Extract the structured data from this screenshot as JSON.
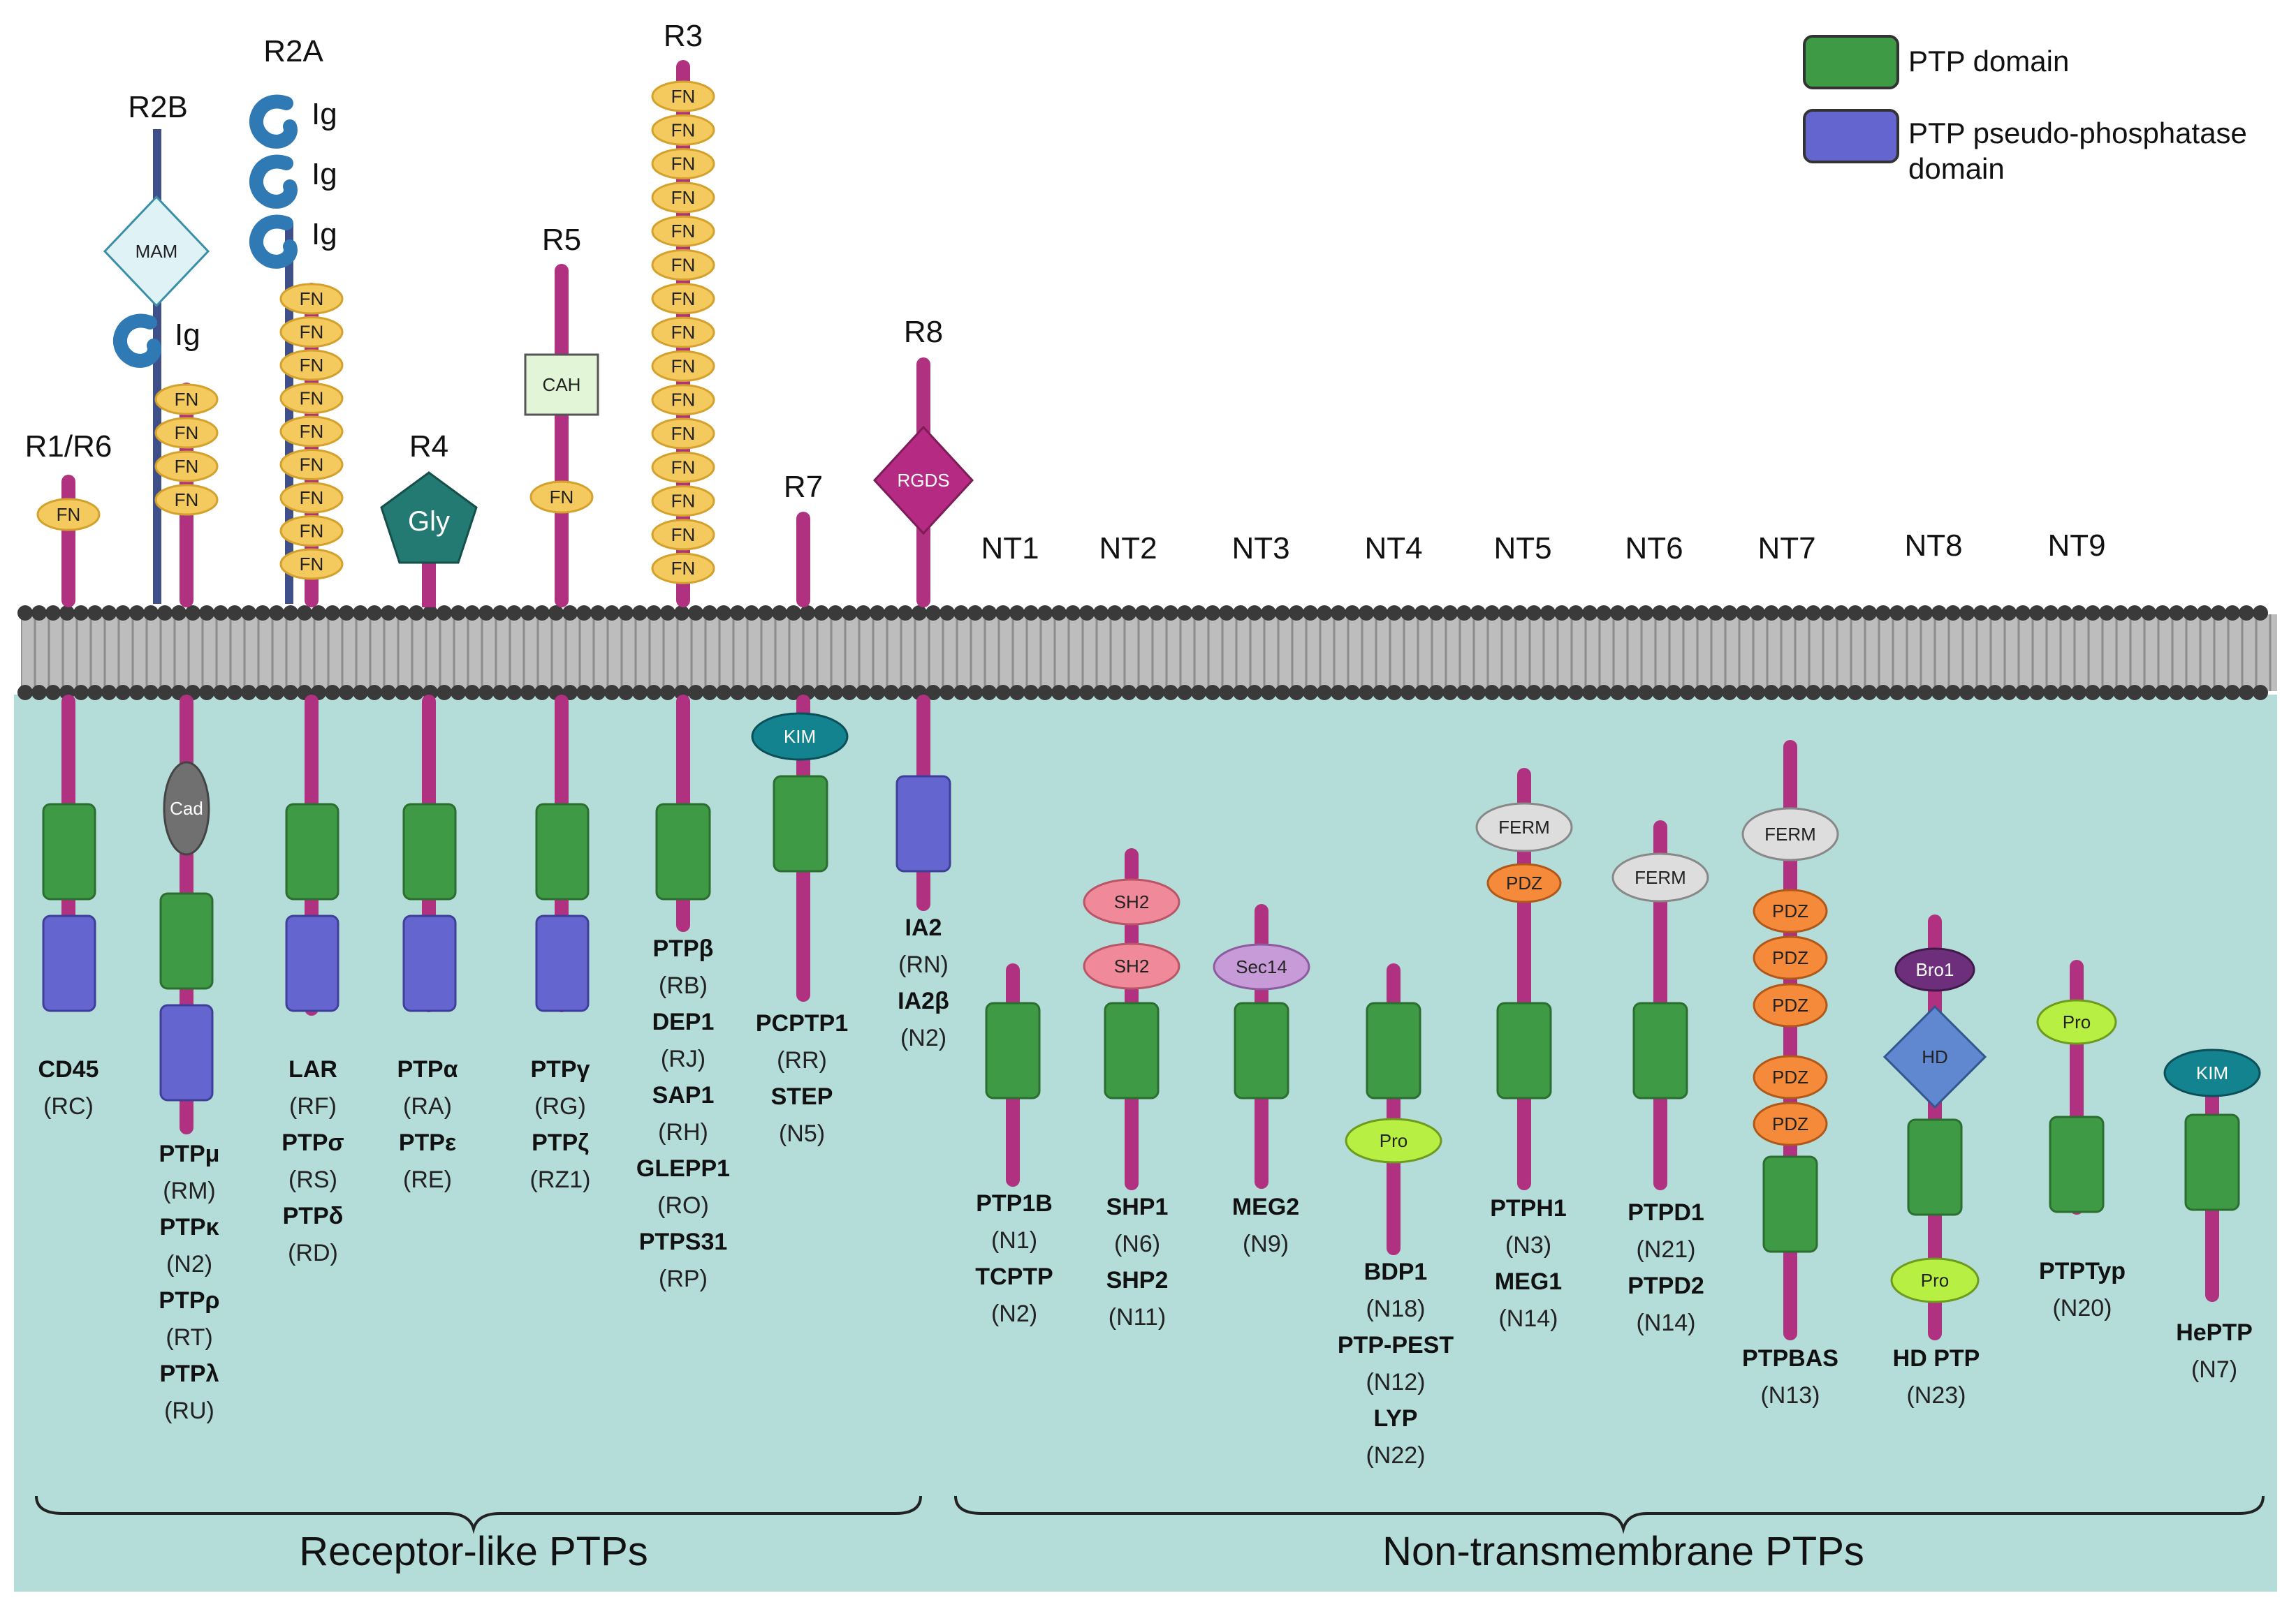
{
  "legend": {
    "ptp_domain": "PTP domain",
    "pseudo_line1": "PTP pseudo-phosphatase",
    "pseudo_line2": "domain"
  },
  "colors": {
    "membrane_bg": "#b4dcd8",
    "stalk": "#b0317f",
    "ptp": "#3e9a44",
    "pseudo": "#6565cf",
    "fn": "#f4c95d",
    "ig": "#2f79b4",
    "mam": "#dff3f7",
    "gly": "#227a72",
    "cah": "#e2f5d6",
    "rgds": "#b52a82",
    "kim": "#12838f",
    "cad": "#707070",
    "sh2": "#f08a9a",
    "sec14": "#c79ad8",
    "pro": "#b8ef43",
    "ferm": "#dddddd",
    "pdz": "#f58b3a",
    "bro1": "#6d2f7c",
    "hd": "#5f88d0"
  },
  "domain_labels": {
    "fn": "FN",
    "ig": "Ig",
    "mam": "MAM",
    "gly": "Gly",
    "cah": "CAH",
    "rgds": "RGDS",
    "kim": "KIM",
    "cad": "Cad",
    "sh2": "SH2",
    "sec14": "Sec14",
    "pro": "Pro",
    "ferm": "FERM",
    "pdz": "PDZ",
    "bro1": "Bro1",
    "hd": "HD"
  },
  "classes": {
    "r1r6": "R1/R6",
    "r2b": "R2B",
    "r2a": "R2A",
    "r4": "R4",
    "r5": "R5",
    "r3": "R3",
    "r7": "R7",
    "r8": "R8",
    "nt1": "NT1",
    "nt2": "NT2",
    "nt3": "NT3",
    "nt4": "NT4",
    "nt5": "NT5",
    "nt6": "NT6",
    "nt7": "NT7",
    "nt8": "NT8",
    "nt9": "NT9"
  },
  "names": {
    "r1r6": [
      [
        "CD45",
        "(RC)"
      ]
    ],
    "r2b": [
      [
        "PTPμ",
        "(RM)"
      ],
      [
        "PTPκ",
        "(N2)"
      ],
      [
        "PTPρ",
        "(RT)"
      ],
      [
        "PTPλ",
        "(RU)"
      ]
    ],
    "r2a": [
      [
        "LAR",
        "(RF)"
      ],
      [
        "PTPσ",
        "(RS)"
      ],
      [
        "PTPδ",
        "(RD)"
      ]
    ],
    "r4": [
      [
        "PTPα",
        "(RA)"
      ],
      [
        "PTPε",
        "(RE)"
      ]
    ],
    "r5": [
      [
        "PTPγ",
        "(RG)"
      ],
      [
        "PTPζ",
        "(RZ1)"
      ]
    ],
    "r3": [
      [
        "PTPβ",
        "(RB)"
      ],
      [
        "DEP1",
        "(RJ)"
      ],
      [
        "SAP1",
        "(RH)"
      ],
      [
        "GLEPP1",
        "(RO)"
      ],
      [
        "PTPS31",
        "(RP)"
      ]
    ],
    "r7": [
      [
        "PCPTP1",
        "(RR)"
      ],
      [
        "STEP",
        "(N5)"
      ]
    ],
    "r8": [
      [
        "IA2",
        "(RN)"
      ],
      [
        "IA2β",
        "(N2)"
      ]
    ],
    "nt1": [
      [
        "PTP1B",
        "(N1)"
      ],
      [
        "TCPTP",
        "(N2)"
      ]
    ],
    "nt2": [
      [
        "SHP1",
        "(N6)"
      ],
      [
        "SHP2",
        "(N11)"
      ]
    ],
    "nt3": [
      [
        "MEG2",
        "(N9)"
      ]
    ],
    "nt4": [
      [
        "BDP1",
        "(N18)"
      ],
      [
        "PTP-PEST",
        "(N12)"
      ],
      [
        "LYP",
        "(N22)"
      ]
    ],
    "nt5": [
      [
        "PTPH1",
        "(N3)"
      ],
      [
        "MEG1",
        "(N14)"
      ]
    ],
    "nt6": [
      [
        "PTPD1",
        "(N21)"
      ],
      [
        "PTPD2",
        "(N14)"
      ]
    ],
    "nt7": [
      [
        "PTPBAS",
        "(N13)"
      ]
    ],
    "nt8": [
      [
        "HD PTP",
        "(N23)"
      ]
    ],
    "nt9": [
      [
        "PTPTyp",
        "(N20)"
      ],
      [
        "HePTP",
        "(N7)"
      ]
    ]
  },
  "sections": {
    "receptor": "Receptor-like PTPs",
    "nontransmembrane": "Non-transmembrane PTPs"
  }
}
